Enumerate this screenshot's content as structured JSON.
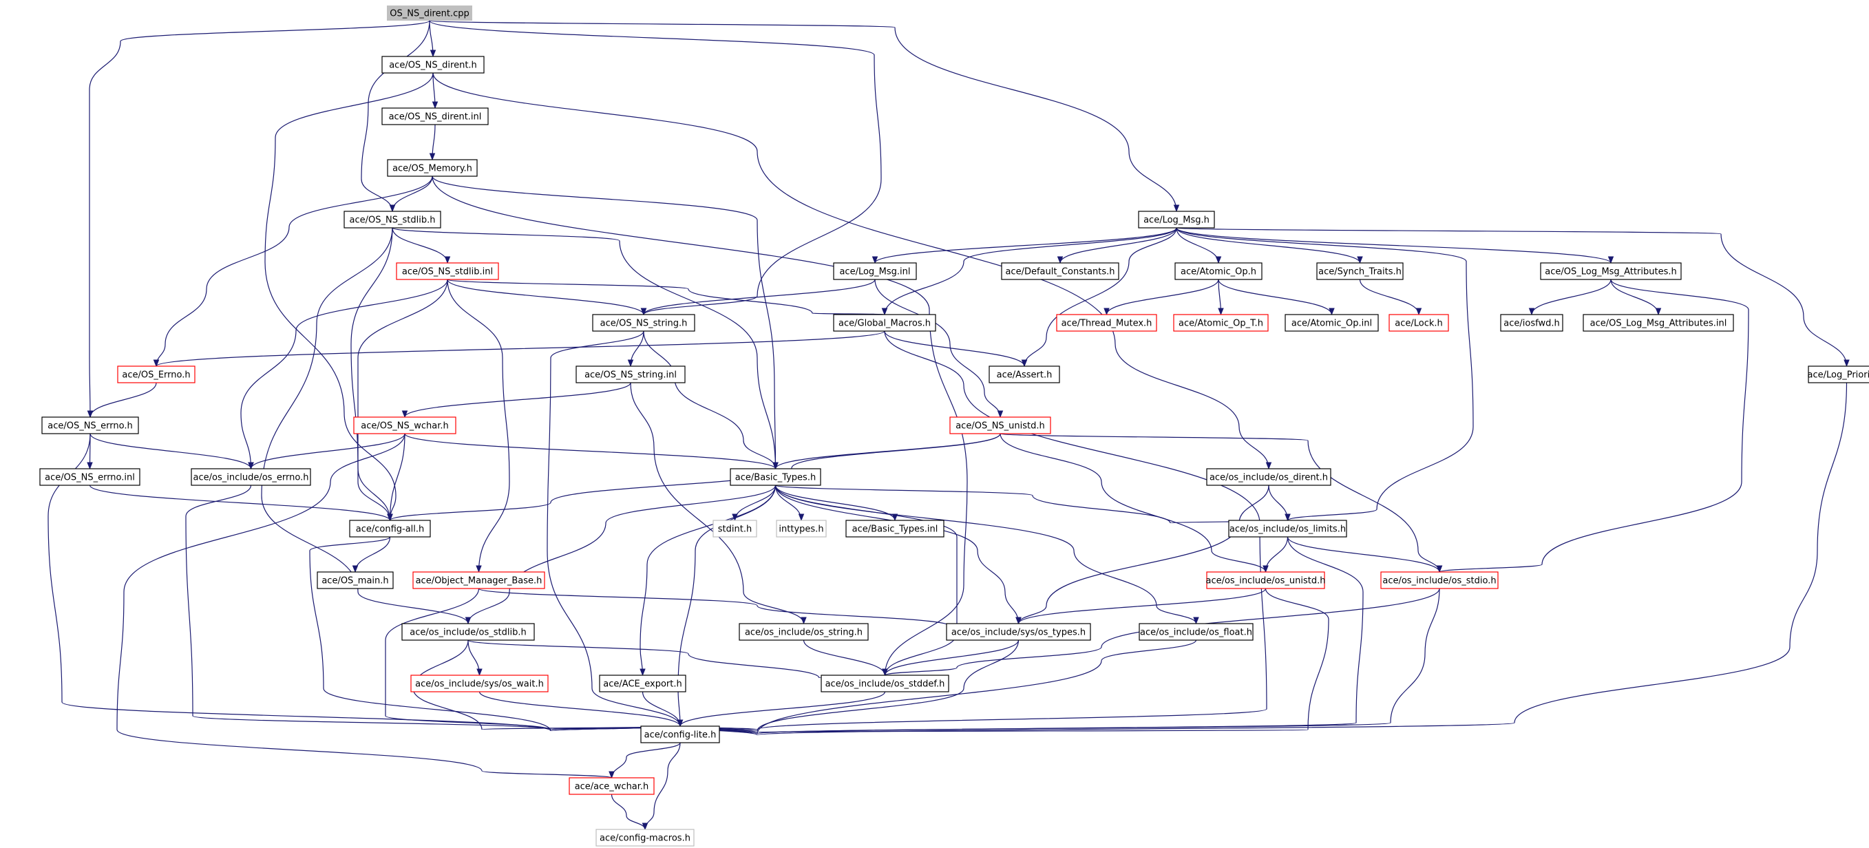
{
  "graph": {
    "colors": {
      "edge": "#191970",
      "node_border": "#000000",
      "truncated_border": "#ff0000",
      "external_border": "#bfbfbf",
      "root_fill": "#bfbfbf"
    },
    "nodes": [
      {
        "id": "root",
        "label": "OS_NS_dirent.cpp",
        "kind": "root"
      },
      {
        "id": "ns_dirent_h",
        "label": "ace/OS_NS_dirent.h",
        "kind": "ok"
      },
      {
        "id": "ns_dirent_inl",
        "label": "ace/OS_NS_dirent.inl",
        "kind": "ok"
      },
      {
        "id": "os_memory",
        "label": "ace/OS_Memory.h",
        "kind": "ok"
      },
      {
        "id": "ns_stdlib_h",
        "label": "ace/OS_NS_stdlib.h",
        "kind": "ok"
      },
      {
        "id": "ns_stdlib_inl",
        "label": "ace/OS_NS_stdlib.inl",
        "kind": "trunc"
      },
      {
        "id": "log_msg",
        "label": "ace/Log_Msg.h",
        "kind": "ok"
      },
      {
        "id": "log_msg_inl",
        "label": "ace/Log_Msg.inl",
        "kind": "ok"
      },
      {
        "id": "default_constants",
        "label": "ace/Default_Constants.h",
        "kind": "ok"
      },
      {
        "id": "atomic_op",
        "label": "ace/Atomic_Op.h",
        "kind": "ok"
      },
      {
        "id": "synch_traits",
        "label": "ace/Synch_Traits.h",
        "kind": "ok"
      },
      {
        "id": "log_msg_attr",
        "label": "ace/OS_Log_Msg_Attributes.h",
        "kind": "ok"
      },
      {
        "id": "ns_string_h",
        "label": "ace/OS_NS_string.h",
        "kind": "ok"
      },
      {
        "id": "global_macros",
        "label": "ace/Global_Macros.h",
        "kind": "ok"
      },
      {
        "id": "thread_mutex",
        "label": "ace/Thread_Mutex.h",
        "kind": "trunc"
      },
      {
        "id": "atomic_op_t",
        "label": "ace/Atomic_Op_T.h",
        "kind": "trunc"
      },
      {
        "id": "atomic_op_inl",
        "label": "ace/Atomic_Op.inl",
        "kind": "ok"
      },
      {
        "id": "lock",
        "label": "ace/Lock.h",
        "kind": "trunc"
      },
      {
        "id": "iosfwd",
        "label": "ace/iosfwd.h",
        "kind": "ok"
      },
      {
        "id": "log_msg_attr_inl",
        "label": "ace/OS_Log_Msg_Attributes.inl",
        "kind": "ok"
      },
      {
        "id": "os_errno",
        "label": "ace/OS_Errno.h",
        "kind": "trunc"
      },
      {
        "id": "ns_string_inl",
        "label": "ace/OS_NS_string.inl",
        "kind": "ok"
      },
      {
        "id": "assert",
        "label": "ace/Assert.h",
        "kind": "ok"
      },
      {
        "id": "log_priority",
        "label": "ace/Log_Priority.h",
        "kind": "ok"
      },
      {
        "id": "ns_errno_h",
        "label": "ace/OS_NS_errno.h",
        "kind": "ok"
      },
      {
        "id": "ns_wchar",
        "label": "ace/OS_NS_wchar.h",
        "kind": "trunc"
      },
      {
        "id": "ns_unistd",
        "label": "ace/OS_NS_unistd.h",
        "kind": "trunc"
      },
      {
        "id": "ns_errno_inl",
        "label": "ace/OS_NS_errno.inl",
        "kind": "ok"
      },
      {
        "id": "os_errno_h",
        "label": "ace/os_include/os_errno.h",
        "kind": "ok"
      },
      {
        "id": "basic_types",
        "label": "ace/Basic_Types.h",
        "kind": "ok"
      },
      {
        "id": "os_dirent",
        "label": "ace/os_include/os_dirent.h",
        "kind": "ok"
      },
      {
        "id": "config_all",
        "label": "ace/config-all.h",
        "kind": "ok"
      },
      {
        "id": "stdint",
        "label": "stdint.h",
        "kind": "ext"
      },
      {
        "id": "inttypes",
        "label": "inttypes.h",
        "kind": "ext"
      },
      {
        "id": "basic_types_inl",
        "label": "ace/Basic_Types.inl",
        "kind": "ok"
      },
      {
        "id": "os_limits",
        "label": "ace/os_include/os_limits.h",
        "kind": "ok"
      },
      {
        "id": "os_main",
        "label": "ace/OS_main.h",
        "kind": "ok"
      },
      {
        "id": "obj_mgr_base",
        "label": "ace/Object_Manager_Base.h",
        "kind": "trunc"
      },
      {
        "id": "os_unistd",
        "label": "ace/os_include/os_unistd.h",
        "kind": "trunc"
      },
      {
        "id": "os_stdio",
        "label": "ace/os_include/os_stdio.h",
        "kind": "trunc"
      },
      {
        "id": "os_stdlib_h",
        "label": "ace/os_include/os_stdlib.h",
        "kind": "ok"
      },
      {
        "id": "os_string_h",
        "label": "ace/os_include/os_string.h",
        "kind": "ok"
      },
      {
        "id": "sys_os_types",
        "label": "ace/os_include/sys/os_types.h",
        "kind": "ok"
      },
      {
        "id": "os_float",
        "label": "ace/os_include/os_float.h",
        "kind": "ok"
      },
      {
        "id": "sys_os_wait",
        "label": "ace/os_include/sys/os_wait.h",
        "kind": "trunc"
      },
      {
        "id": "ace_export",
        "label": "ace/ACE_export.h",
        "kind": "ok"
      },
      {
        "id": "os_stddef",
        "label": "ace/os_include/os_stddef.h",
        "kind": "ok"
      },
      {
        "id": "config_lite",
        "label": "ace/config-lite.h",
        "kind": "ok"
      },
      {
        "id": "ace_wchar",
        "label": "ace/ace_wchar.h",
        "kind": "trunc"
      },
      {
        "id": "config_macros",
        "label": "ace/config-macros.h",
        "kind": "ext"
      }
    ],
    "edges": [
      [
        "root",
        "ns_dirent_h"
      ],
      [
        "root",
        "ns_stdlib_h"
      ],
      [
        "root",
        "ns_string_h"
      ],
      [
        "root",
        "log_msg"
      ],
      [
        "root",
        "ns_errno_h"
      ],
      [
        "ns_dirent_h",
        "ns_dirent_inl"
      ],
      [
        "ns_dirent_h",
        "config_all"
      ],
      [
        "ns_dirent_h",
        "os_dirent"
      ],
      [
        "ns_dirent_inl",
        "os_memory"
      ],
      [
        "os_memory",
        "ns_stdlib_h"
      ],
      [
        "os_memory",
        "os_errno"
      ],
      [
        "os_memory",
        "basic_types"
      ],
      [
        "os_memory",
        "os_stddef"
      ],
      [
        "ns_stdlib_h",
        "ns_stdlib_inl"
      ],
      [
        "ns_stdlib_h",
        "config_all"
      ],
      [
        "ns_stdlib_h",
        "basic_types"
      ],
      [
        "ns_stdlib_h",
        "os_stdlib_h"
      ],
      [
        "ns_stdlib_inl",
        "ns_string_h"
      ],
      [
        "ns_stdlib_inl",
        "global_macros"
      ],
      [
        "ns_stdlib_inl",
        "os_errno_h"
      ],
      [
        "ns_stdlib_inl",
        "config_all"
      ],
      [
        "ns_stdlib_inl",
        "obj_mgr_base"
      ],
      [
        "log_msg",
        "log_msg_inl"
      ],
      [
        "log_msg",
        "default_constants"
      ],
      [
        "log_msg",
        "atomic_op"
      ],
      [
        "log_msg",
        "synch_traits"
      ],
      [
        "log_msg",
        "log_msg_attr"
      ],
      [
        "log_msg",
        "global_macros"
      ],
      [
        "log_msg",
        "assert"
      ],
      [
        "log_msg",
        "os_limits"
      ],
      [
        "log_msg",
        "log_priority"
      ],
      [
        "log_msg_inl",
        "ns_string_h"
      ],
      [
        "log_msg_inl",
        "ns_unistd"
      ],
      [
        "atomic_op",
        "thread_mutex"
      ],
      [
        "atomic_op",
        "atomic_op_t"
      ],
      [
        "atomic_op",
        "atomic_op_inl"
      ],
      [
        "synch_traits",
        "lock"
      ],
      [
        "log_msg_attr",
        "iosfwd"
      ],
      [
        "log_msg_attr",
        "log_msg_attr_inl"
      ],
      [
        "log_msg_attr",
        "os_stdio"
      ],
      [
        "ns_string_h",
        "ns_string_inl"
      ],
      [
        "ns_string_h",
        "basic_types"
      ],
      [
        "ns_string_h",
        "config_lite"
      ],
      [
        "global_macros",
        "os_errno"
      ],
      [
        "global_macros",
        "assert"
      ],
      [
        "global_macros",
        "config_lite"
      ],
      [
        "os_errno",
        "ns_errno_h"
      ],
      [
        "ns_string_inl",
        "ns_wchar"
      ],
      [
        "ns_string_inl",
        "os_string_h"
      ],
      [
        "ns_errno_h",
        "ns_errno_inl"
      ],
      [
        "ns_errno_h",
        "os_errno_h"
      ],
      [
        "ns_errno_h",
        "config_lite"
      ],
      [
        "ns_errno_inl",
        "config_all"
      ],
      [
        "ns_wchar",
        "os_errno_h"
      ],
      [
        "ns_wchar",
        "config_all"
      ],
      [
        "ns_wchar",
        "basic_types"
      ],
      [
        "ns_wchar",
        "ace_wchar"
      ],
      [
        "ns_unistd",
        "basic_types"
      ],
      [
        "ns_unistd",
        "config_all"
      ],
      [
        "ns_unistd",
        "os_unistd"
      ],
      [
        "ns_unistd",
        "os_stdio"
      ],
      [
        "os_errno_h",
        "config_lite"
      ],
      [
        "basic_types",
        "stdint"
      ],
      [
        "basic_types",
        "inttypes"
      ],
      [
        "basic_types",
        "basic_types_inl"
      ],
      [
        "basic_types",
        "os_limits"
      ],
      [
        "basic_types",
        "config_lite"
      ],
      [
        "basic_types",
        "ace_export"
      ],
      [
        "basic_types",
        "os_stdlib_h"
      ],
      [
        "basic_types",
        "sys_os_types"
      ],
      [
        "basic_types",
        "os_float"
      ],
      [
        "basic_types",
        "os_stddef"
      ],
      [
        "os_dirent",
        "os_limits"
      ],
      [
        "os_dirent",
        "sys_os_types"
      ],
      [
        "config_all",
        "os_main"
      ],
      [
        "config_all",
        "config_lite"
      ],
      [
        "os_limits",
        "os_unistd"
      ],
      [
        "os_limits",
        "os_stdio"
      ],
      [
        "os_limits",
        "config_lite"
      ],
      [
        "obj_mgr_base",
        "sys_os_types"
      ],
      [
        "obj_mgr_base",
        "config_lite"
      ],
      [
        "os_unistd",
        "sys_os_types"
      ],
      [
        "os_unistd",
        "config_lite"
      ],
      [
        "os_stdio",
        "os_stddef"
      ],
      [
        "os_stdio",
        "config_lite"
      ],
      [
        "os_stdlib_h",
        "sys_os_wait"
      ],
      [
        "os_stdlib_h",
        "os_stddef"
      ],
      [
        "os_stdlib_h",
        "config_lite"
      ],
      [
        "os_string_h",
        "os_stddef"
      ],
      [
        "sys_os_types",
        "os_stddef"
      ],
      [
        "sys_os_types",
        "config_lite"
      ],
      [
        "os_float",
        "config_lite"
      ],
      [
        "sys_os_wait",
        "config_lite"
      ],
      [
        "ace_export",
        "config_lite"
      ],
      [
        "os_stddef",
        "config_lite"
      ],
      [
        "config_lite",
        "ace_wchar"
      ],
      [
        "config_lite",
        "config_macros"
      ],
      [
        "ace_wchar",
        "config_macros"
      ],
      [
        "log_priority",
        "config_lite"
      ]
    ]
  }
}
